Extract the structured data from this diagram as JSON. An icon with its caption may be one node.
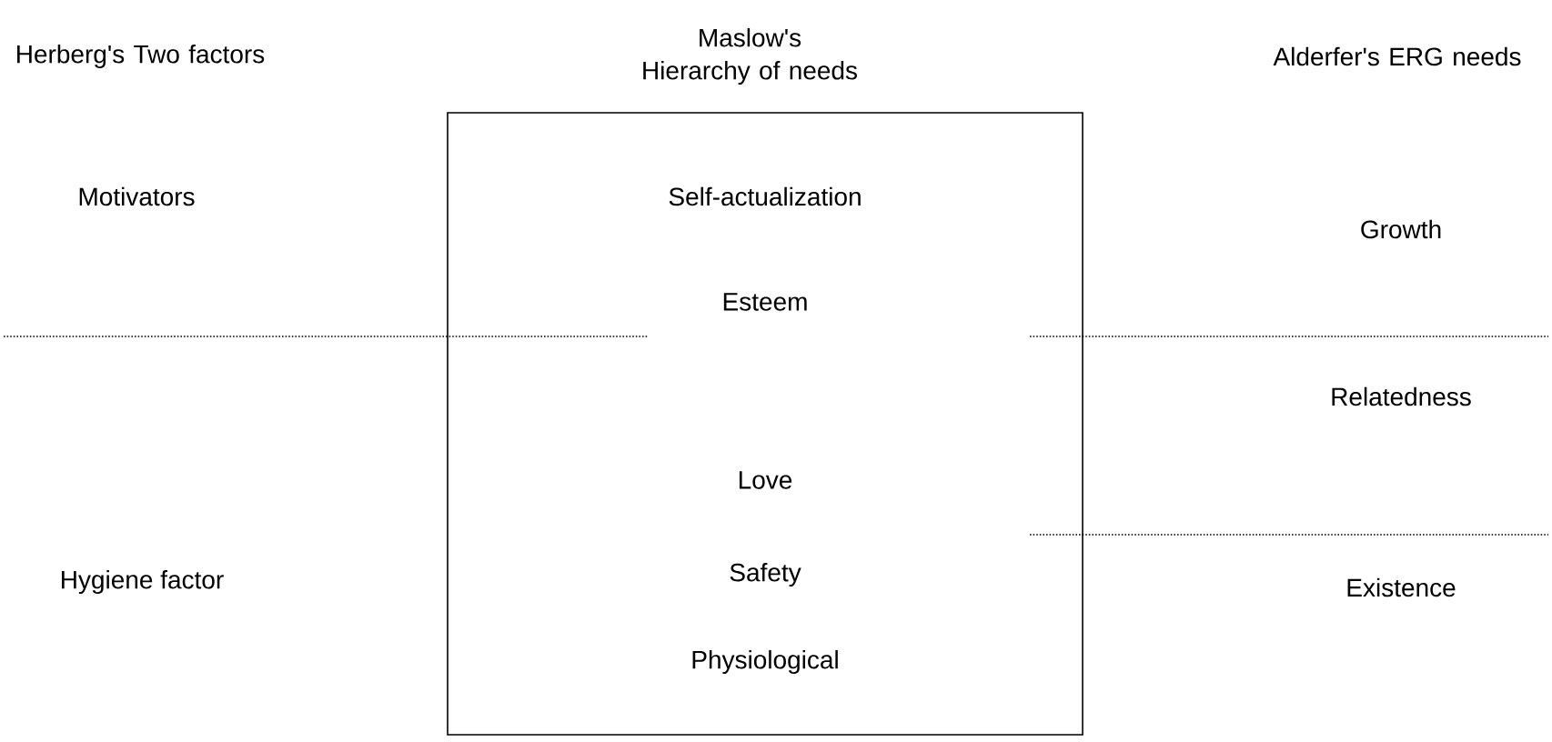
{
  "diagram": {
    "nodes": [
      {
        "text": [
          "Self-actualization",
          "Esteem",
          "Love",
          "Safety",
          "Physiological"
        ]
      }
    ],
    "edges": [],
    "labels": [
      "Herberg's Two factors",
      "Maslow's Hierarchy of needs",
      "Alderfer's ERG needs",
      "Motivators",
      "Growth",
      "Relatedness",
      "Hygiene factor",
      "Existence"
    ]
  }
}
